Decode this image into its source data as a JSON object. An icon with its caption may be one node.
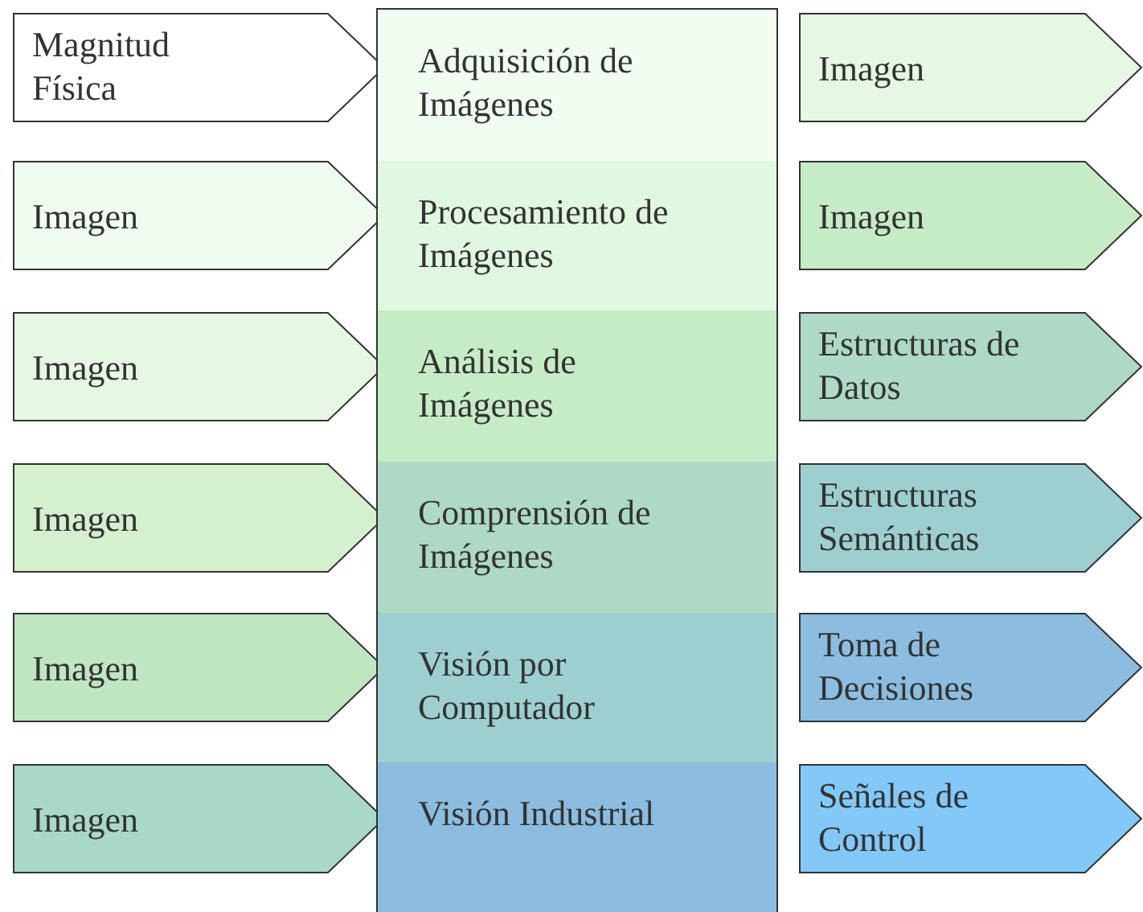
{
  "diagram": {
    "nodes": [
      {
        "text": [
          "Magnitud Física"
        ]
      },
      {
        "text": [
          "Adquisición de Imágenes"
        ]
      },
      {
        "text": [
          "Imagen"
        ]
      },
      {
        "text": [
          "Imagen"
        ]
      },
      {
        "text": [
          "Procesamiento de Imágenes"
        ]
      },
      {
        "text": [
          "Imagen"
        ]
      },
      {
        "text": [
          "Imagen"
        ]
      },
      {
        "text": [
          "Análisis de Imágenes"
        ]
      },
      {
        "text": [
          "Estructuras de Datos"
        ]
      },
      {
        "text": [
          "Imagen"
        ]
      },
      {
        "text": [
          "Comprensión de Imágenes"
        ]
      },
      {
        "text": [
          "Estructuras Semánticas"
        ]
      },
      {
        "text": [
          "Imagen"
        ]
      },
      {
        "text": [
          "Visión por Computador"
        ]
      },
      {
        "text": [
          "Toma de Decisiones"
        ]
      },
      {
        "text": [
          "Imagen"
        ]
      },
      {
        "text": [
          "Visión Industrial"
        ]
      },
      {
        "text": [
          "Señales de Control"
        ]
      }
    ]
  }
}
